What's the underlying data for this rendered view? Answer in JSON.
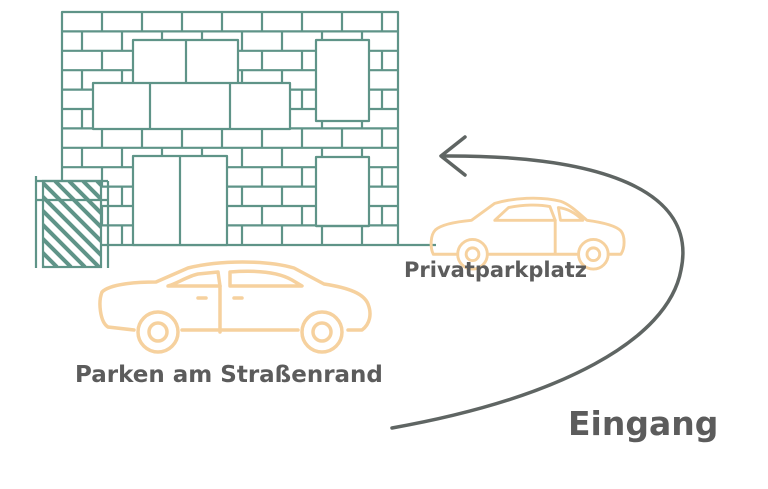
{
  "colors": {
    "building": "#5f9488",
    "car": "#f6d19e",
    "arrow": "#5f6563",
    "text": "#5c5c5c",
    "background": "#ffffff"
  },
  "labels": {
    "private_parking": "Privatparkplatz",
    "street_parking": "Parken am Straßenrand",
    "entrance": "Eingang"
  },
  "icons": {
    "building": "building-icon",
    "gate": "gate-icon",
    "small_car": "car-icon",
    "large_car": "car-icon",
    "arrow": "curved-arrow-icon"
  }
}
